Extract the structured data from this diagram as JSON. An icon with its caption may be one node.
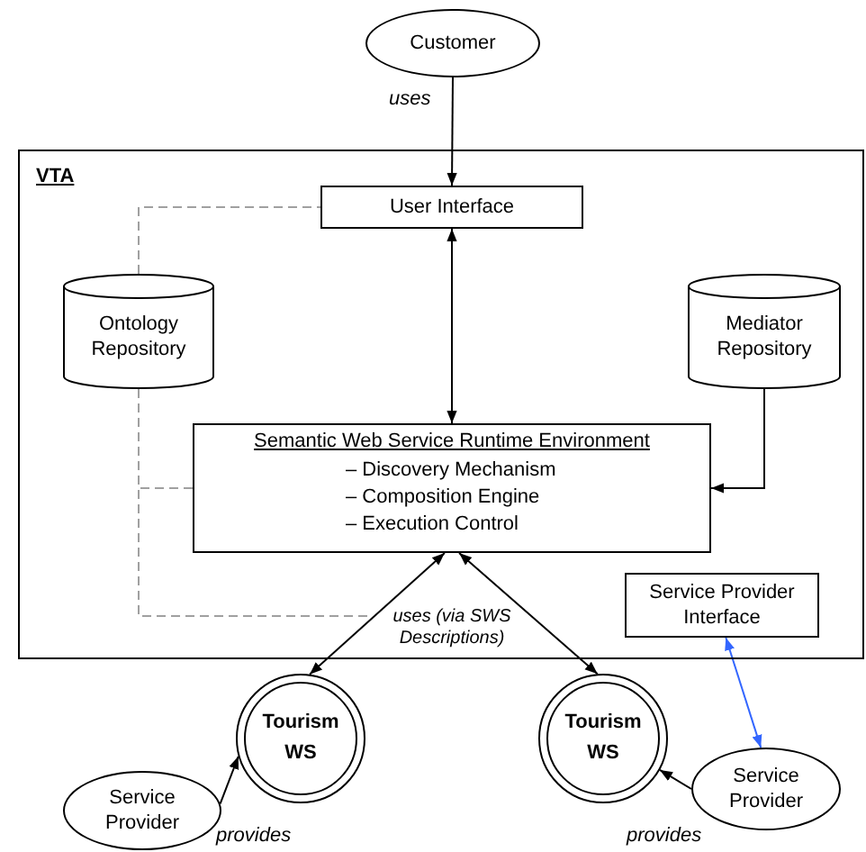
{
  "diagram": {
    "nodes": [
      {
        "text": [
          "Customer"
        ]
      },
      {
        "text": [
          "VTA"
        ]
      },
      {
        "text": [
          "User Interface"
        ],
        "in": 1
      },
      {
        "text": [
          "Ontology Repository"
        ],
        "in": 1
      },
      {
        "text": [
          "Mediator Repository"
        ],
        "in": 1
      },
      {
        "text": [
          "Semantic Web Service Runtime Environment",
          "– Discovery Mechanism",
          "– Composition Engine",
          "– Execution Control"
        ],
        "in": 1
      },
      {
        "text": [
          "Service Provider Interface"
        ],
        "in": 1
      },
      {
        "text": [
          "Tourism WS"
        ]
      },
      {
        "text": [
          "Tourism WS"
        ]
      },
      {
        "text": [
          "Service Provider"
        ]
      },
      {
        "text": [
          "Service Provider"
        ]
      }
    ],
    "edges": [
      {
        "from": 0,
        "to": 2,
        "arrow": "to",
        "label": "uses"
      },
      {
        "from": 2,
        "to": 5,
        "arrow": "both"
      },
      {
        "from": 4,
        "to": 5,
        "arrow": "to"
      },
      {
        "from": 3,
        "to": 2,
        "arrow": "none",
        "style": "dashed",
        "color": "#a0a0a0"
      },
      {
        "from": 3,
        "to": 5,
        "arrow": "none",
        "style": "dashed",
        "color": "#a0a0a0"
      },
      {
        "from": 3,
        "to": null,
        "arrow": "none",
        "style": "dashed",
        "color": "#a0a0a0"
      },
      {
        "from": 7,
        "to": 5,
        "arrow": "both",
        "label": "uses (via SWS Descriptions)"
      },
      {
        "from": 8,
        "to": 5,
        "arrow": "both"
      },
      {
        "from": 6,
        "to": 10,
        "arrow": "both",
        "color": "#3366ff"
      },
      {
        "from": 9,
        "to": 7,
        "arrow": "to",
        "label": "provides"
      },
      {
        "from": 10,
        "to": 8,
        "arrow": "to",
        "label": "provides"
      }
    ]
  }
}
